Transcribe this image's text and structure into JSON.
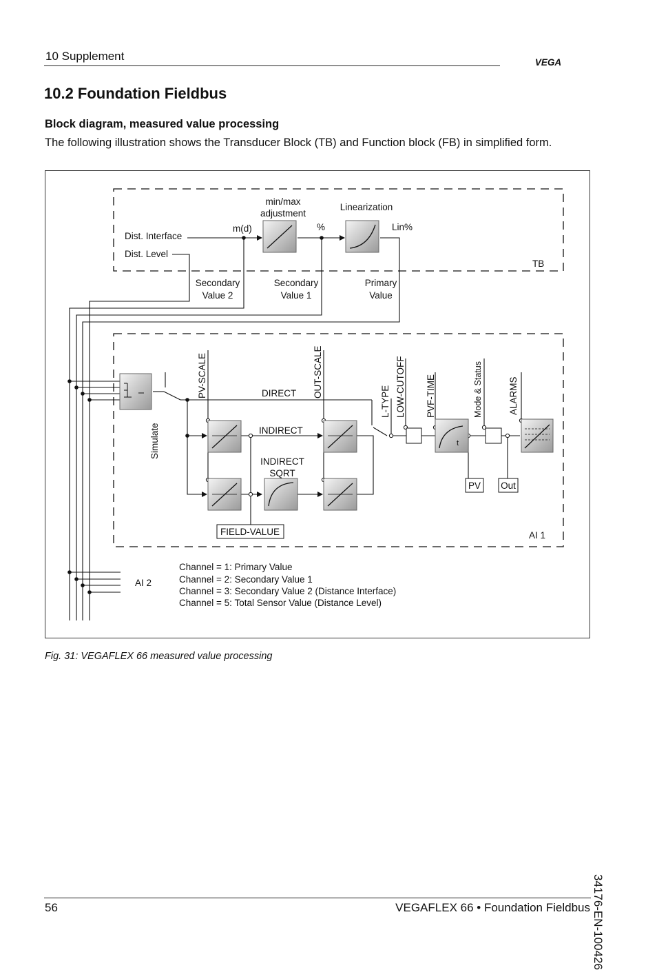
{
  "header": {
    "section": "10   Supplement",
    "logo_text": "VEGA",
    "logo_color": "#f5d100"
  },
  "title": "10.2   Foundation Fieldbus",
  "subtitle": "Block diagram, measured value processing",
  "intro": "The following illustration shows the Transducer Block (TB) and Function block (FB) in simplified form.",
  "diagram": {
    "tb": {
      "minmax_1": "min/max",
      "minmax_2": "adjustment",
      "linearization": "Linearization",
      "md": "m(d)",
      "percent": "%",
      "linpct": "Lin%",
      "dist_interface": "Dist. Interface",
      "dist_level": "Dist. Level",
      "tb": "TB",
      "sec2_1": "Secondary",
      "sec2_2": "Value 2",
      "sec1_1": "Secondary",
      "sec1_2": "Value 1",
      "prim_1": "Primary",
      "prim_2": "Value"
    },
    "ai": {
      "pv_scale": "PV-SCALE",
      "out_scale": "OUT-SCALE",
      "l_type": "L-TYPE",
      "low_cutoff": "LOW-CUTOFF",
      "pvf_time": "PVF-TIME",
      "mode_status": "Mode & Status",
      "alarms": "ALARMS",
      "direct": "DIRECT",
      "indirect": "INDIRECT",
      "indirect_sqrt_1": "INDIRECT",
      "indirect_sqrt_2": "SQRT",
      "simulate": "Simulate",
      "field_value": "FIELD-VALUE",
      "pv": "PV",
      "out": "Out",
      "ai1": "AI 1",
      "ai2": "AI 2",
      "t": "t"
    },
    "channels": [
      "Channel = 1: Primary Value",
      "Channel = 2: Secondary Value 1",
      "Channel = 3: Secondary Value 2 (Distance Interface)",
      "Channel = 5: Total Sensor Value (Distance Level)"
    ]
  },
  "caption": "Fig. 31: VEGAFLEX 66 measured value processing",
  "side_note": "34176-EN-100426",
  "footer": {
    "page": "56",
    "doc": "VEGAFLEX 66 • Foundation Fieldbus"
  }
}
